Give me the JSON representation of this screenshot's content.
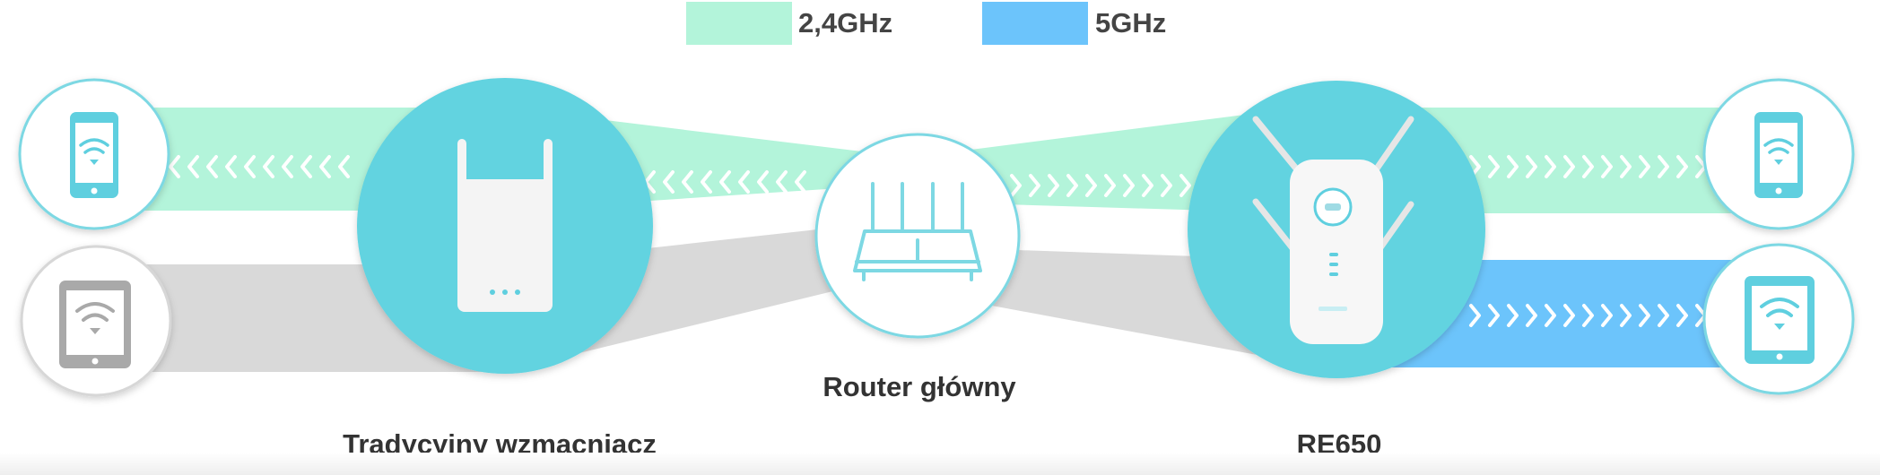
{
  "legend": {
    "band_24": {
      "label": "2,4GHz",
      "color": "#b3f4da"
    },
    "band_5": {
      "label": "5GHz",
      "color": "#6cc4fb"
    }
  },
  "nodes": {
    "traditional_extender": {
      "label": "Tradycyjny wzmacniacz"
    },
    "main_router": {
      "label": "Router główny"
    },
    "re650": {
      "label": "RE650"
    }
  },
  "colors": {
    "teal": "#62d3e0",
    "device_icon": "#5fcfdf",
    "legacy_icon": "#a9a9a9",
    "legacy_band": "#d9d9d9",
    "router_outline": "#7dd8e3"
  },
  "icons": {
    "left_top": "smartphone-wifi-icon",
    "left_bottom": "tablet-wifi-icon",
    "right_top": "smartphone-wifi-icon",
    "right_bottom": "tablet-wifi-icon",
    "router": "router-icon",
    "extender": "wifi-extender-icon"
  }
}
